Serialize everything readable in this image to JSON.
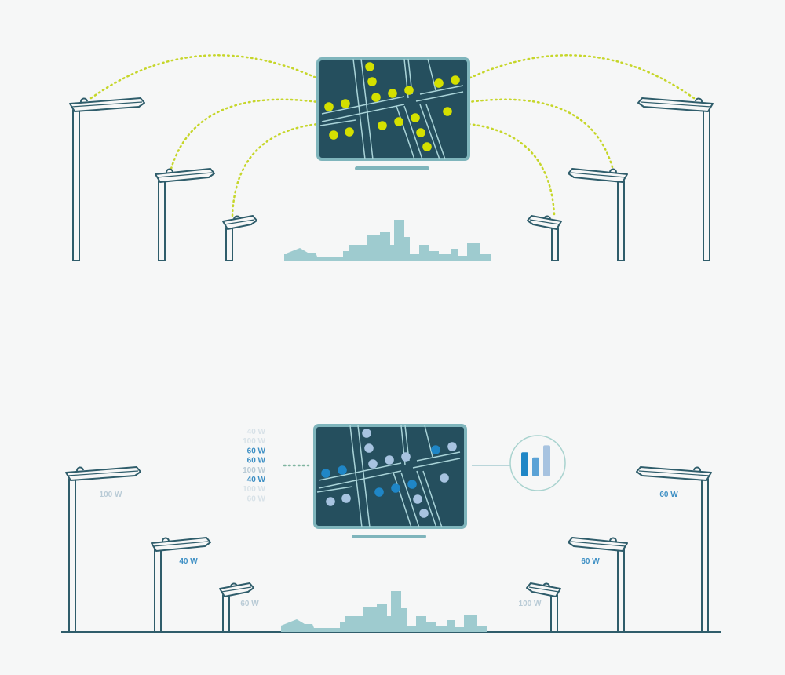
{
  "colors": {
    "outline": "#2f5d6b",
    "screen": "#254f5e",
    "frame": "#7fb5bc",
    "road": "#a9d3d8",
    "skyline": "#9ecbcf",
    "link_top": "#c6d62a",
    "dot_top": "#d4e000",
    "dot_blue": "#1f86c6",
    "dot_light": "#a7c3e0",
    "label_blue": "#3d8fc4",
    "label_gray": "#b9cbd6",
    "link_bottom": "#7fb5a0"
  },
  "power_list": [
    {
      "text": "40 W",
      "tone": "faint"
    },
    {
      "text": "100 W",
      "tone": "faint"
    },
    {
      "text": "60 W",
      "tone": "blue"
    },
    {
      "text": "60 W",
      "tone": "blue"
    },
    {
      "text": "100 W",
      "tone": "gray"
    },
    {
      "text": "40 W",
      "tone": "blue"
    },
    {
      "text": "100 W",
      "tone": "faint"
    },
    {
      "text": "60 W",
      "tone": "faint"
    }
  ],
  "lamp_labels": [
    {
      "text": "100 W",
      "tone": "gray"
    },
    {
      "text": "40 W",
      "tone": "blue"
    },
    {
      "text": "60 W",
      "tone": "gray"
    },
    {
      "text": "60 W",
      "tone": "blue"
    },
    {
      "text": "60 W",
      "tone": "blue"
    },
    {
      "text": "100 W",
      "tone": "gray"
    }
  ],
  "usage_chart": {
    "bars": [
      0.7,
      0.55,
      0.9
    ]
  }
}
